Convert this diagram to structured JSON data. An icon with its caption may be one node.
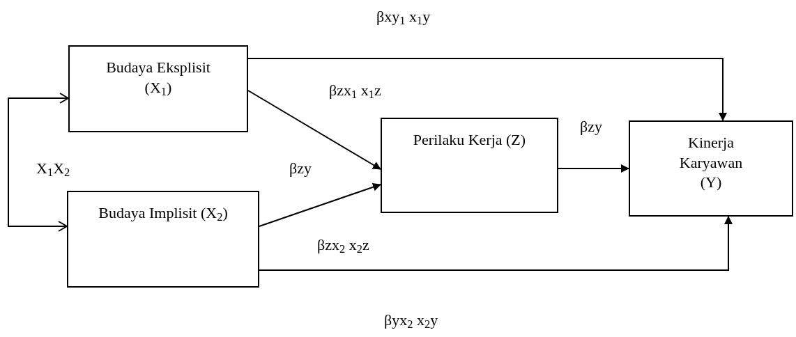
{
  "diagram": {
    "nodes": [
      {
        "text": [
          "Budaya Eksplisit (X$_{1}$)"
        ]
      },
      {
        "text": [
          "Budaya Implisit (X$_{2}$)"
        ]
      },
      {
        "text": [
          "Perilaku Kerja (Z)"
        ]
      },
      {
        "text": [
          "Kinerja Karyawan (Y)"
        ]
      }
    ],
    "edges": [
      {
        "from": 0,
        "to": 1,
        "arrow": "both"
      },
      {
        "from": 0,
        "to": 2,
        "arrow": "to"
      },
      {
        "from": 1,
        "to": 2,
        "arrow": "to"
      },
      {
        "from": 2,
        "to": 3,
        "arrow": "to"
      },
      {
        "from": 0,
        "to": 3,
        "arrow": "to"
      },
      {
        "from": 1,
        "to": 3,
        "arrow": "to"
      }
    ],
    "labels": [
      "βxy$_{1}$ x$_{1}$y",
      "βzx$_{1}$ x$_{1}$z",
      "βzy",
      "X$_{1}$X$_{2}$",
      "βzy",
      "βzx$_{2}$ x$_{2}$z",
      "βyx$_{2}$ x$_{2}$y"
    ]
  }
}
